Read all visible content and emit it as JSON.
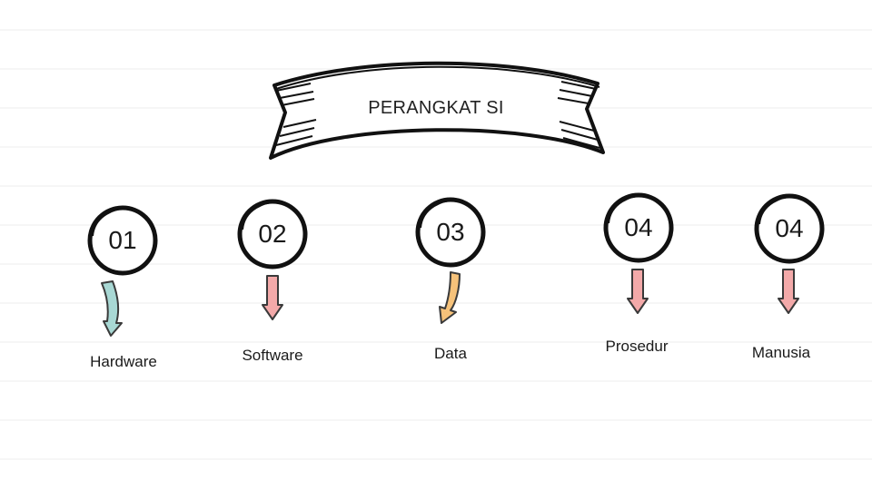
{
  "banner": {
    "title": "PERANGKAT SI"
  },
  "items": [
    {
      "number": "01",
      "label": "Hardware",
      "arrow_color": "#a8d8d4"
    },
    {
      "number": "02",
      "label": "Software",
      "arrow_color": "#f3a9a9"
    },
    {
      "number": "03",
      "label": "Data",
      "arrow_color": "#f6c27a"
    },
    {
      "number": "04",
      "label": "Prosedur",
      "arrow_color": "#f3a9a9"
    },
    {
      "number": "04",
      "label": "Manusia",
      "arrow_color": "#f3a9a9"
    }
  ],
  "colors": {
    "ruled_line": "#ececec",
    "ink": "#1a1a1a"
  }
}
